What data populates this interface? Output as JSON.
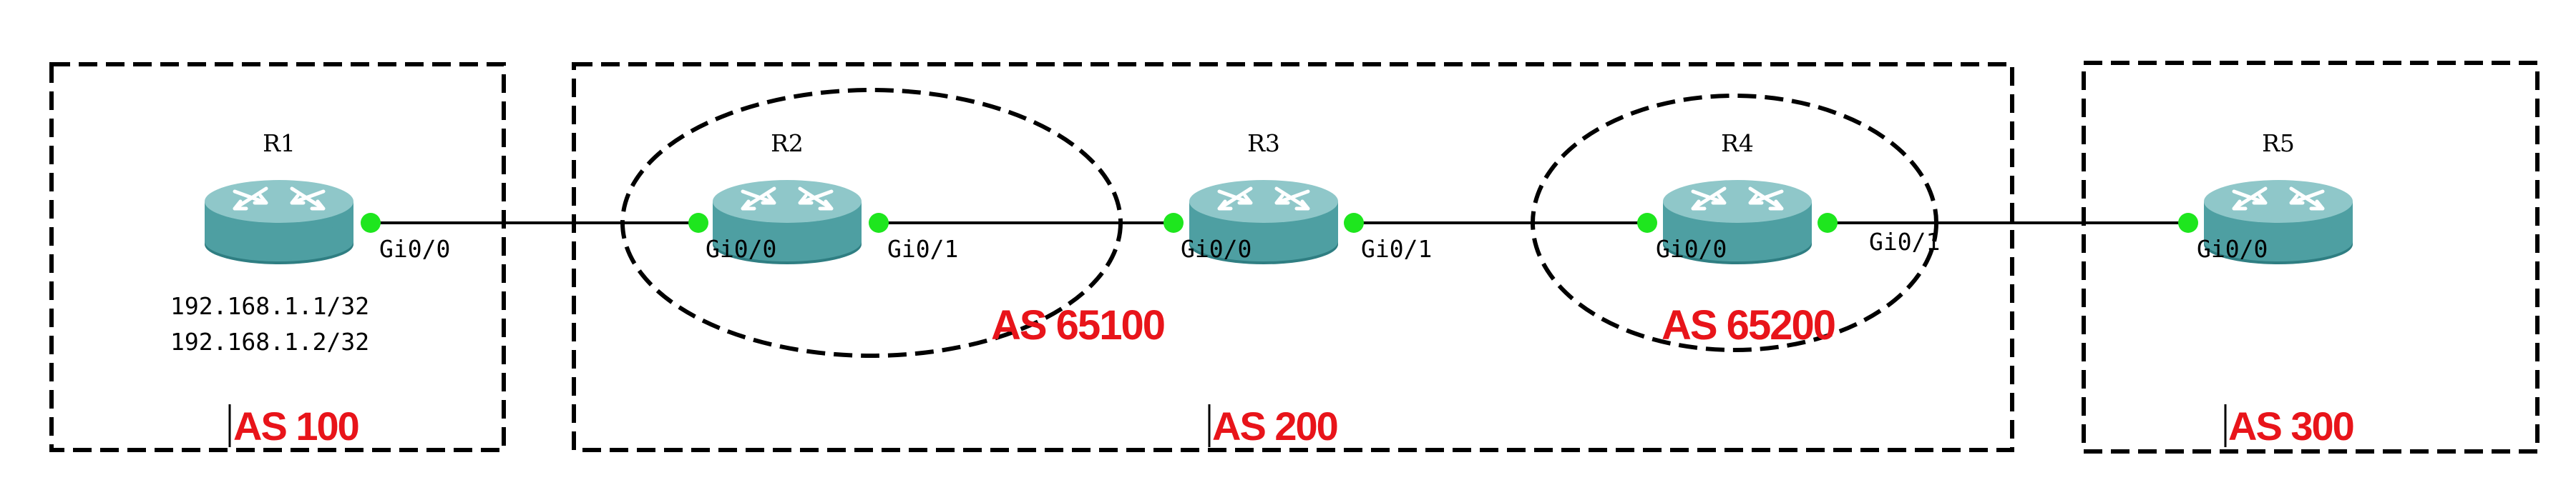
{
  "as_groups": [
    {
      "id": "as100",
      "label": "AS 100"
    },
    {
      "id": "as200",
      "label": "AS 200"
    },
    {
      "id": "as300",
      "label": "AS 300"
    }
  ],
  "sub_as": [
    {
      "id": "as65100",
      "label": "AS 65100"
    },
    {
      "id": "as65200",
      "label": "AS 65200"
    }
  ],
  "routers": [
    {
      "id": "r1",
      "name": "R1"
    },
    {
      "id": "r2",
      "name": "R2"
    },
    {
      "id": "r3",
      "name": "R3"
    },
    {
      "id": "r4",
      "name": "R4"
    },
    {
      "id": "r5",
      "name": "R5"
    }
  ],
  "interfaces": {
    "r1_gi00": "Gi0/0",
    "r2_gi00": "Gi0/0",
    "r2_gi01": "Gi0/1",
    "r3_gi00": "Gi0/0",
    "r3_gi01": "Gi0/1",
    "r4_gi00": "Gi0/0",
    "r4_gi01": "Gi0/1",
    "r5_gi00": "Gi0/0"
  },
  "r1_addresses": [
    "192.168.1.1/32",
    "192.168.1.2/32"
  ],
  "colors": {
    "as_label": "#e8141a",
    "port": "#1ee61e",
    "router": "#4e9fa2"
  },
  "icons": {
    "router": "router-icon"
  }
}
